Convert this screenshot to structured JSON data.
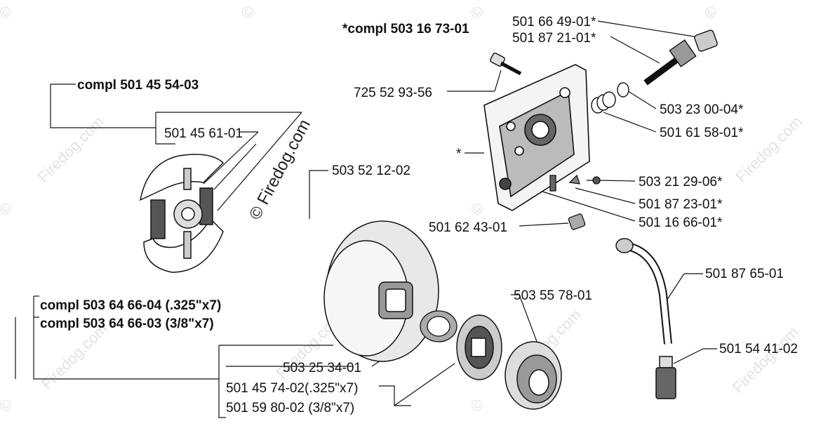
{
  "watermark": {
    "brand": "Firedog.com",
    "symbol": "©",
    "copyright_text": "© Firedog.com"
  },
  "assemblies": {
    "clutch_assembly": "compl 501 45 54-03",
    "pump_assembly": "*compl 503 16 73-01",
    "drum_assembly_325": "compl 503 64 66-04 (.325\"x7)",
    "drum_assembly_38": "compl 503 64 66-03 (3/8\"x7)"
  },
  "parts": {
    "clutch_spring": "501 45 61-01",
    "clutch_drum": "503 52 12-02",
    "needle_bearing": "503 25 34-01",
    "rim_sprocket_325": "501 45 74-02(.325\"x7)",
    "rim_sprocket_38": "501 59 80-02 (3/8\"x7)",
    "oil_pump_worm_cap": "501 66 49-01*",
    "pump_piston": "501 87 21-01*",
    "screw": "725 52 93-56",
    "washer": "503 23 00-04*",
    "spring": "501 61 58-01*",
    "pump_housing": "*",
    "adjust_screw": "503 21 29-06*",
    "clip": "501 87 23-01*",
    "pin": "501 16 66-01*",
    "bushing": "501 62 43-01",
    "worm_gear": "503 55 78-01",
    "oil_hose": "501 87 65-01",
    "oil_filter": "501 54 41-02"
  }
}
